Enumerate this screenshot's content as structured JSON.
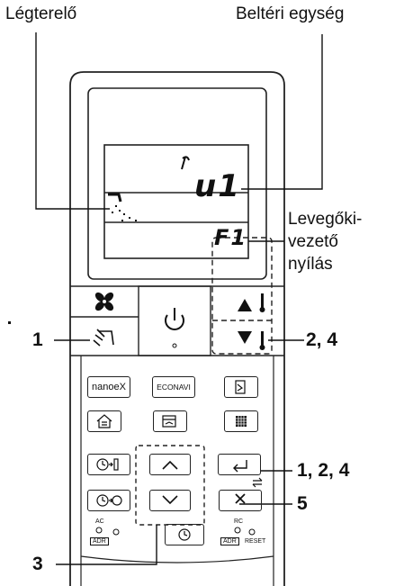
{
  "labels": {
    "deflector": "Légterelő",
    "indoor_unit": "Beltéri egység",
    "outlet_1": "Levegőki-",
    "outlet_2": "vezető",
    "outlet_3": "nyílás"
  },
  "callouts": {
    "left_1": "1",
    "right_24": "2, 4",
    "right_124": "1, 2, 4",
    "right_5": "5",
    "bottom_3": "3"
  },
  "display": {
    "unit_code": "u1",
    "outlet_code": "F1"
  },
  "buttons": {
    "nanoex": "nanoeX",
    "econavi": "ECONAVI",
    "ac_label": "AC",
    "adr_left": "ADR",
    "rc_label": "RC",
    "adr_right": "ADR",
    "reset": "RESET"
  }
}
